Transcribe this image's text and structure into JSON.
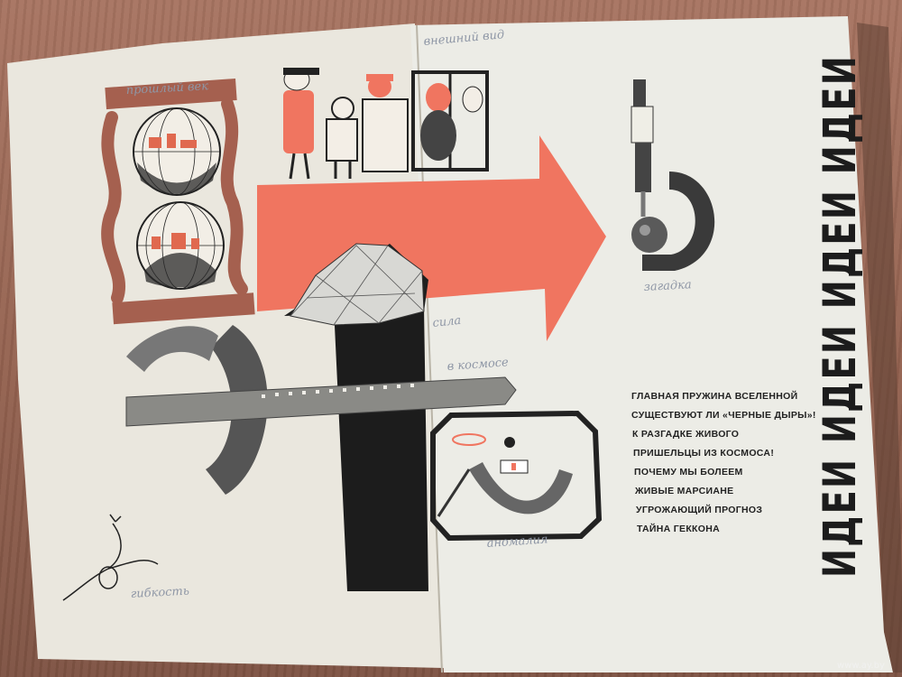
{
  "headline": "ИДЕИ ИДЕИ ИДЕИ ИДЕИ",
  "toc": [
    "ГЛАВНАЯ ПРУЖИНА ВСЕЛЕННОЙ",
    "СУЩЕСТВУЮТ ЛИ «ЧЕРНЫЕ ДЫРЫ»!",
    "К РАЗГАДКЕ ЖИВОГО",
    "ПРИШЕЛЬЦЫ ИЗ КОСМОСА!",
    "ПОЧЕМУ МЫ БОЛЕЕМ",
    "ЖИВЫЕ МАРСИАНЕ",
    "УГРОЖАЮЩИЙ ПРОГНОЗ",
    "ТАЙНА ГЕККОНА"
  ],
  "handwritten": {
    "hourglass": "прошлый век",
    "faces": "внешний вид",
    "diamond": "сила",
    "belt": "в космосе",
    "micrometer": "загадка",
    "frame": "аномалия",
    "dancer": "гибкость"
  },
  "watermark": "www.ay.by",
  "colors": {
    "accent_red": "#f07560",
    "paper": "#eeede6",
    "ink": "#1c1c1c",
    "wood": "#9c6a57",
    "hourglass_frame": "#a5604f"
  }
}
